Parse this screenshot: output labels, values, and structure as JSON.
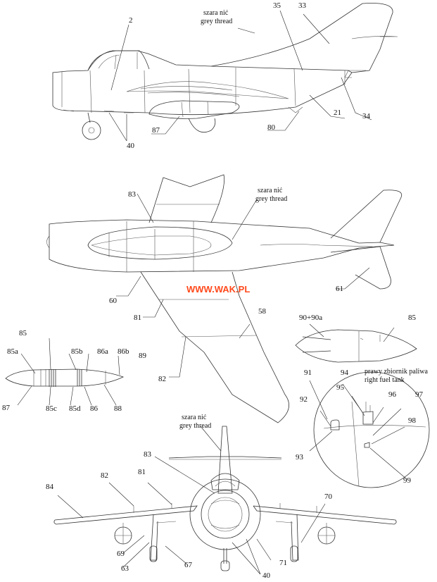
{
  "watermark": "WWW.WAK.PL",
  "notes": {
    "thread_pl": "szara nić",
    "thread_en": "grey thread",
    "tank_pl": "prawy zbiornik paliwa",
    "tank_en": "right fuel tank"
  },
  "labels": {
    "l2": "2",
    "l35": "35",
    "l33": "33",
    "l34": "34",
    "l21": "21",
    "l80": "80",
    "l87a": "87",
    "l40a": "40",
    "l83a": "83",
    "l60": "60",
    "l61": "61",
    "l81a": "81",
    "l58": "58",
    "l82a": "82",
    "l85a": "85",
    "l85a2": "85a",
    "l85b": "85b",
    "l86a": "86a",
    "l86b": "86b",
    "l89": "89",
    "l87b": "87",
    "l85c": "85c",
    "l85d": "85d",
    "l86": "86",
    "l88": "88",
    "l9090a": "90+90a",
    "l85b2": "85",
    "l91": "91",
    "l94": "94",
    "l95": "95",
    "l96": "96",
    "l97": "97",
    "l92": "92",
    "l98": "98",
    "l93": "93",
    "l99": "99",
    "l83b": "83",
    "l82b": "82",
    "l81b": "81",
    "l84": "84",
    "l70": "70",
    "l69": "69",
    "l63": "63",
    "l67": "67",
    "l71": "71",
    "l40b": "40"
  }
}
